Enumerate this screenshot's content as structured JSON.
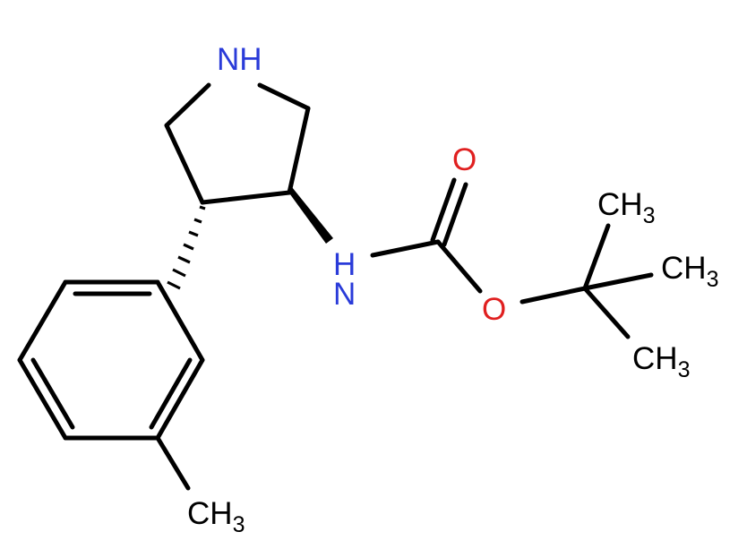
{
  "colors": {
    "bond": "#000000",
    "nitrogen": "#2a3bd9",
    "oxygen": "#e02020",
    "carbon": "#000000"
  },
  "atoms": {
    "ring_nh": {
      "symbol": "N",
      "suffix": "H"
    },
    "amide_nh": {
      "symbol": "N",
      "prefix": "H"
    },
    "carbonyl_o": {
      "symbol": "O"
    },
    "ester_o": {
      "symbol": "O"
    },
    "methyl_top": {
      "symbol": "CH",
      "sub": "3"
    },
    "methyl_mid": {
      "symbol": "CH",
      "sub": "3"
    },
    "methyl_bottom": {
      "symbol": "CH",
      "sub": "3"
    },
    "aryl_methyl": {
      "symbol": "CH",
      "sub": "3"
    }
  }
}
